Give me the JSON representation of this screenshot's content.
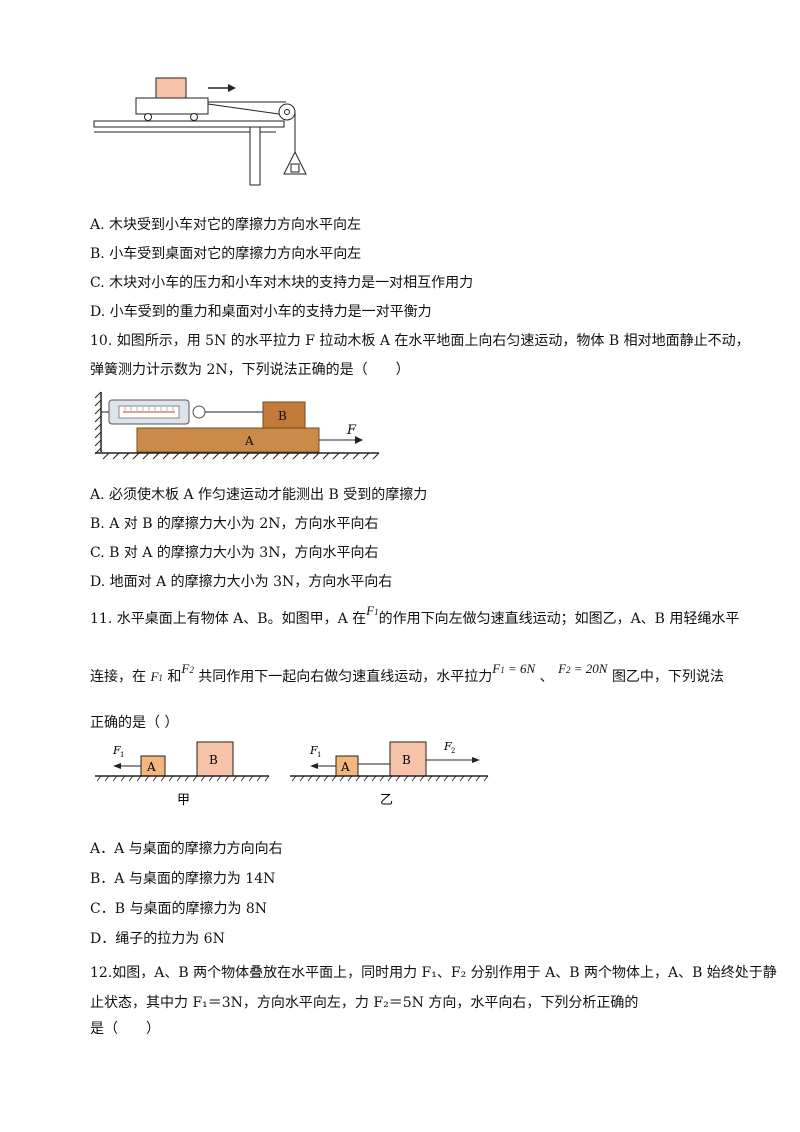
{
  "q9": {
    "options": [
      "A.  木块受到小车对它的摩擦力方向水平向左",
      "B.  小车受到桌面对它的摩擦力方向水平向左",
      "C.  木块对小车的压力和小车对木块的支持力是一对相互作用力",
      "D.  小车受到的重力和桌面对小车的支持力是一对平衡力"
    ]
  },
  "q10": {
    "stem_line1": "10.  如图所示，用 5N 的水平拉力 F 拉动木板 A 在水平地面上向右匀速运动，物体 B 相对地面静止不动，",
    "stem_line2": "弹簧测力计示数为 2N，下列说法正确的是（　　）",
    "figure": {
      "label_a": "A",
      "label_b": "B",
      "label_f": "F"
    },
    "options": [
      "A.  必须使木板 A 作匀速运动才能测出 B 受到的摩擦力",
      "B.  A 对 B 的摩擦力大小为 2N，方向水平向右",
      "C.  B 对 A 的摩擦力大小为 3N，方向水平向右",
      "D.  地面对 A 的摩擦力大小为 3N，方向水平向右"
    ]
  },
  "q11": {
    "line1_a": "11. 水平桌面上有物体 A、B。如图甲，A 在",
    "line1_b": "的作用下向左做匀速直线运动；如图乙，A、B 用轻绳水平",
    "line2_a": "连接，在",
    "line2_b": "和",
    "line2_c": "共同作用下一起向右做匀速直线运动，水平拉力",
    "line2_d": "、",
    "line2_e": "图乙中，下列说法",
    "line3": "正确的是（ ）",
    "f1_eq": "= 6N",
    "f2_eq": "= 20N",
    "fig_jia": {
      "label_a": "A",
      "label_b": "B",
      "caption": "甲"
    },
    "fig_yi": {
      "label_a": "A",
      "label_b": "B",
      "caption": "乙"
    },
    "options": [
      "A．A 与桌面的摩擦力方向向右",
      "B．A 与桌面的摩擦力为 14N",
      "C．B 与桌面的摩擦力为 8N",
      "D．绳子的拉力为 6N"
    ]
  },
  "q12": {
    "line1": "12.如图，A、B 两个物体叠放在水平面上，同时用力 F₁、F₂ 分别作用于 A、B 两个物体上，A、B 始终处于静",
    "line2": "止状态，其中力 F₁＝3N，方向水平向左，力 F₂＝5N 方向，水平向右，下列分析正确的",
    "line3": "是（　　）"
  }
}
